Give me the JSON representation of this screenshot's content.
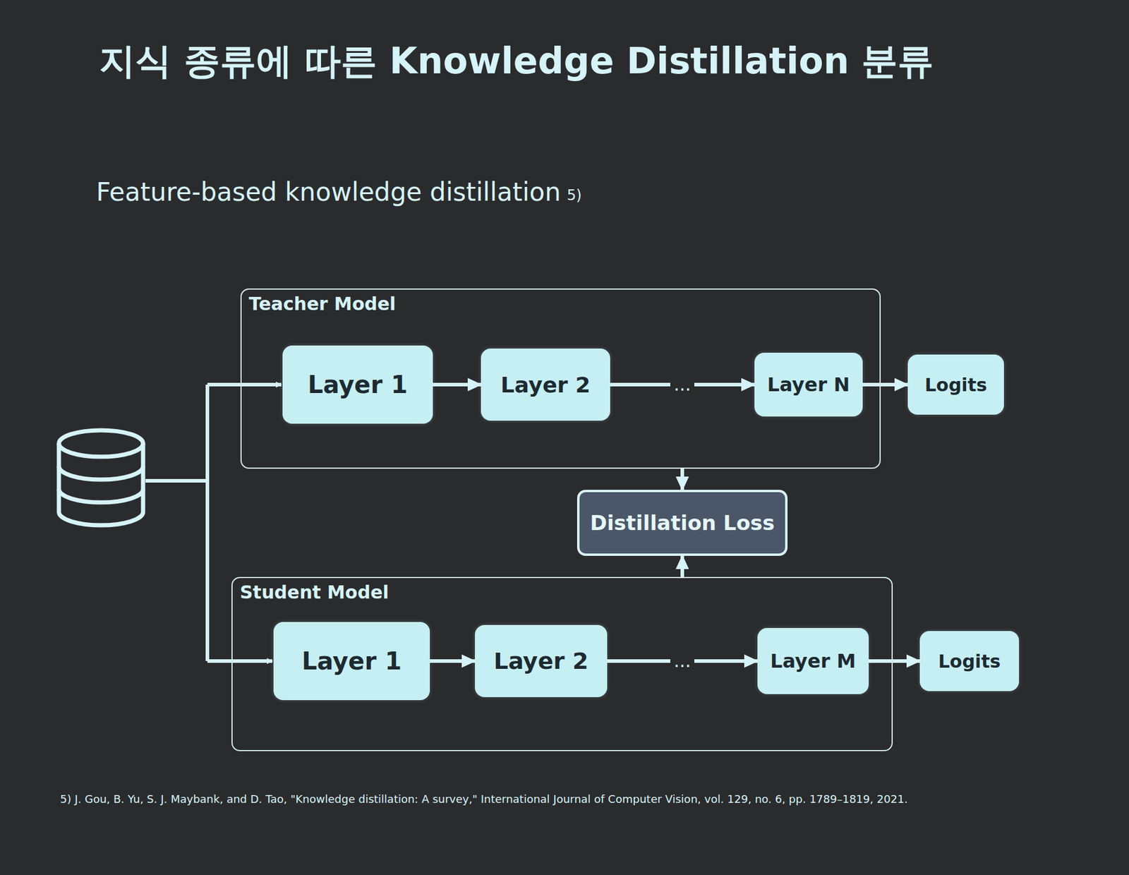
{
  "diagram": {
    "title": "지식 종류에 따른 Knowledge Distillation 분류",
    "nodes": [
      {
        "text": [
          "Teacher Model"
        ]
      },
      {
        "text": [
          "Layer 1"
        ],
        "in": 0
      },
      {
        "text": [
          "Layer 2"
        ],
        "in": 0
      },
      {
        "text": [
          "Layer N"
        ],
        "in": 0
      },
      {
        "text": [
          "Logits"
        ]
      },
      {
        "text": [
          "Distillation Loss"
        ]
      },
      {
        "text": [
          "Student Model"
        ]
      },
      {
        "text": [
          "Layer 1"
        ],
        "in": 6
      },
      {
        "text": [
          "Layer 2"
        ],
        "in": 6
      },
      {
        "text": [
          "Layer M"
        ],
        "in": 6
      },
      {
        "text": [
          "Logits"
        ]
      }
    ],
    "edges": [
      {
        "from": 1,
        "to": 2,
        "arrow": "to"
      },
      {
        "from": 2,
        "to": 3,
        "label": "...",
        "arrow": "to"
      },
      {
        "from": 3,
        "to": 4,
        "arrow": "to"
      },
      {
        "from": 0,
        "to": 5,
        "arrow": "to"
      },
      {
        "from": 7,
        "to": 8,
        "arrow": "to"
      },
      {
        "from": 8,
        "to": 9,
        "label": "...",
        "arrow": "to"
      },
      {
        "from": 9,
        "to": 10,
        "arrow": "to"
      },
      {
        "from": 6,
        "to": 5,
        "arrow": "to"
      }
    ],
    "labels": [
      "Feature-based knowledge distillation",
      "5)",
      "5) J. Gou, B. Yu, S. J. Maybank, and D. Tao, \"Knowledge distillation: A survey,\" International Journal of Computer Vision, vol. 129, no. 6, pp. 1789–1819, 2021."
    ]
  }
}
